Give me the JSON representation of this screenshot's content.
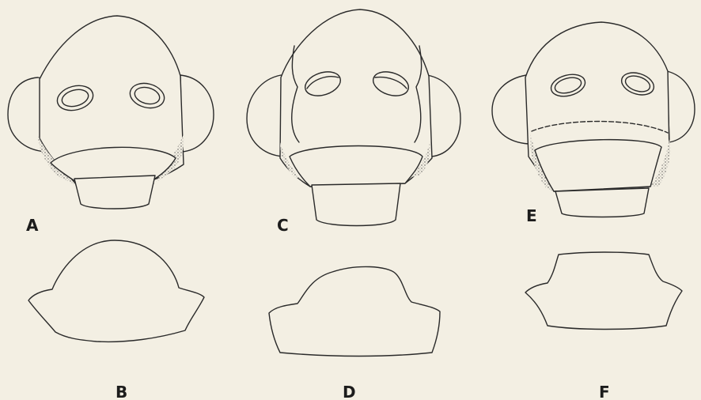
{
  "panels": {
    "a": {
      "label": "A"
    },
    "b": {
      "label": "B"
    },
    "c": {
      "label": "C"
    },
    "d": {
      "label": "D"
    },
    "e": {
      "label": "E"
    },
    "f": {
      "label": "F"
    }
  }
}
